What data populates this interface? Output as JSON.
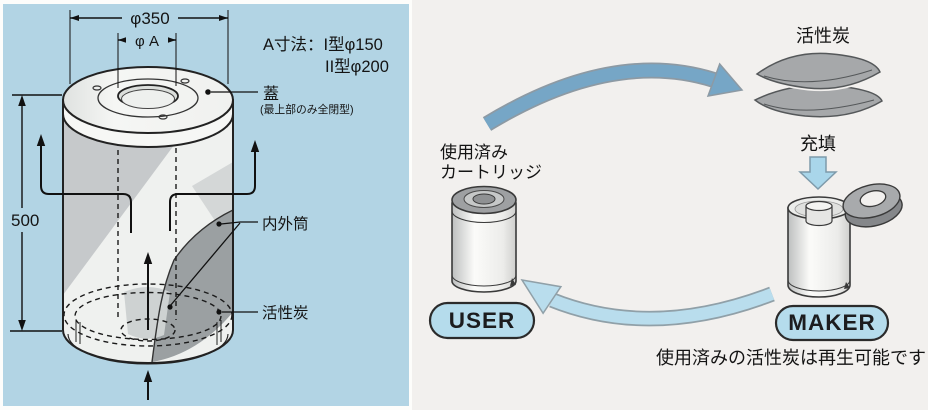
{
  "colors": {
    "panel_bg": "#b2d4e4",
    "right_bg": "#f2f0ee",
    "arrow_blue": "#76a6c6",
    "arrow_light_blue": "#b9dded",
    "badge_fill": "#b5dcec",
    "carbon_gray": "#9ba0a2",
    "bag_gray": "#a6a8aa"
  },
  "left_panel": {
    "dim_width": "φ350",
    "dim_inner": "φ A",
    "dim_height": "500",
    "spec_line1": "A寸法：I型φ150",
    "spec_line2": "II型φ200",
    "label_lid": "蓋",
    "label_lid_note": "(最上部のみ全閉型)",
    "label_tubes": "内外筒",
    "label_carbon": "活性炭"
  },
  "right_panel": {
    "label_carbon": "活性炭",
    "label_fill": "充填",
    "label_used_line1": "使用済み",
    "label_used_line2": "カートリッジ",
    "badge_user": "USER",
    "badge_maker": "MAKER",
    "caption": "使用済みの活性炭は再生可能です"
  }
}
